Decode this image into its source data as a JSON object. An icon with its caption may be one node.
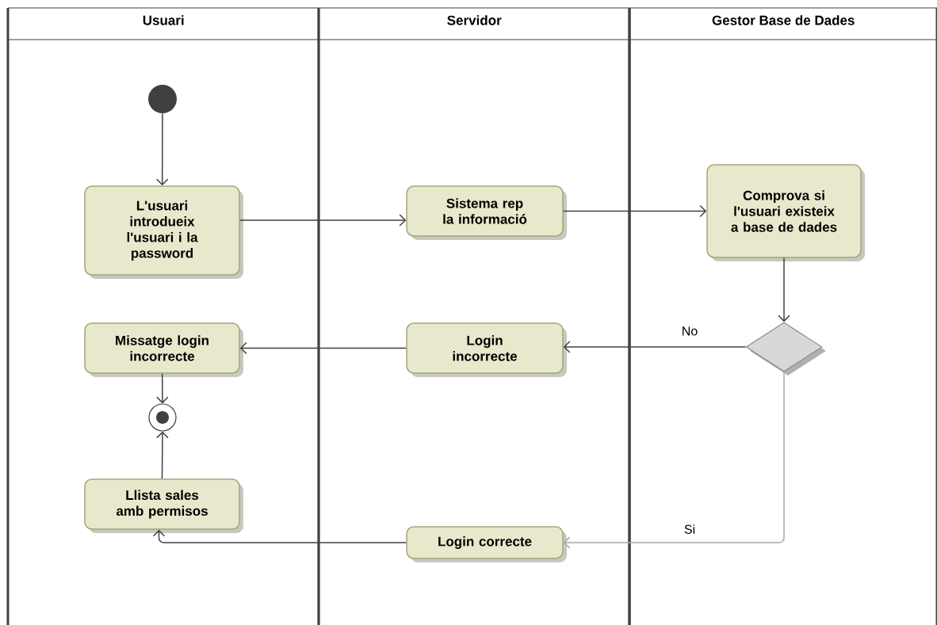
{
  "diagram": {
    "nodes": [
      {
        "text": [
          "Usuari"
        ]
      },
      {
        "text": [
          "Servidor"
        ]
      },
      {
        "text": [
          "Gestor Base de Dades"
        ]
      },
      {
        "text": [],
        "shape": "circle",
        "in": 0
      },
      {
        "text": [
          "L'usuari introdueix l'usuari i la password"
        ],
        "in": 0
      },
      {
        "text": [
          "Sistema rep la informació"
        ],
        "in": 1
      },
      {
        "text": [
          "Comprova si l'usuari existeix a base de dades"
        ],
        "in": 2
      },
      {
        "text": [],
        "shape": "diamond",
        "in": 2
      },
      {
        "text": [
          "Missatge login incorrecte"
        ],
        "in": 0
      },
      {
        "text": [
          "Login incorrecte"
        ],
        "in": 1
      },
      {
        "text": [],
        "shape": "circle",
        "in": 0
      },
      {
        "text": [
          "Llista sales amb permisos"
        ],
        "in": 0
      },
      {
        "text": [
          "Login correcte"
        ],
        "in": 1
      }
    ],
    "edges": [
      {
        "from": 3,
        "to": 4,
        "arrow": "to"
      },
      {
        "from": 4,
        "to": 5,
        "arrow": "to"
      },
      {
        "from": 5,
        "to": 6,
        "arrow": "to"
      },
      {
        "from": 6,
        "to": 7,
        "arrow": "to"
      },
      {
        "from": 7,
        "to": 9,
        "arrow": "to",
        "label": "No"
      },
      {
        "from": 9,
        "to": 8,
        "arrow": "to"
      },
      {
        "from": 8,
        "to": 10,
        "arrow": "to"
      },
      {
        "from": 7,
        "to": 12,
        "arrow": "to",
        "label": "Si",
        "color": "#a8a8a8"
      },
      {
        "from": 12,
        "to": 11,
        "arrow": "to"
      },
      {
        "from": 11,
        "to": 10,
        "arrow": "to"
      }
    ]
  }
}
